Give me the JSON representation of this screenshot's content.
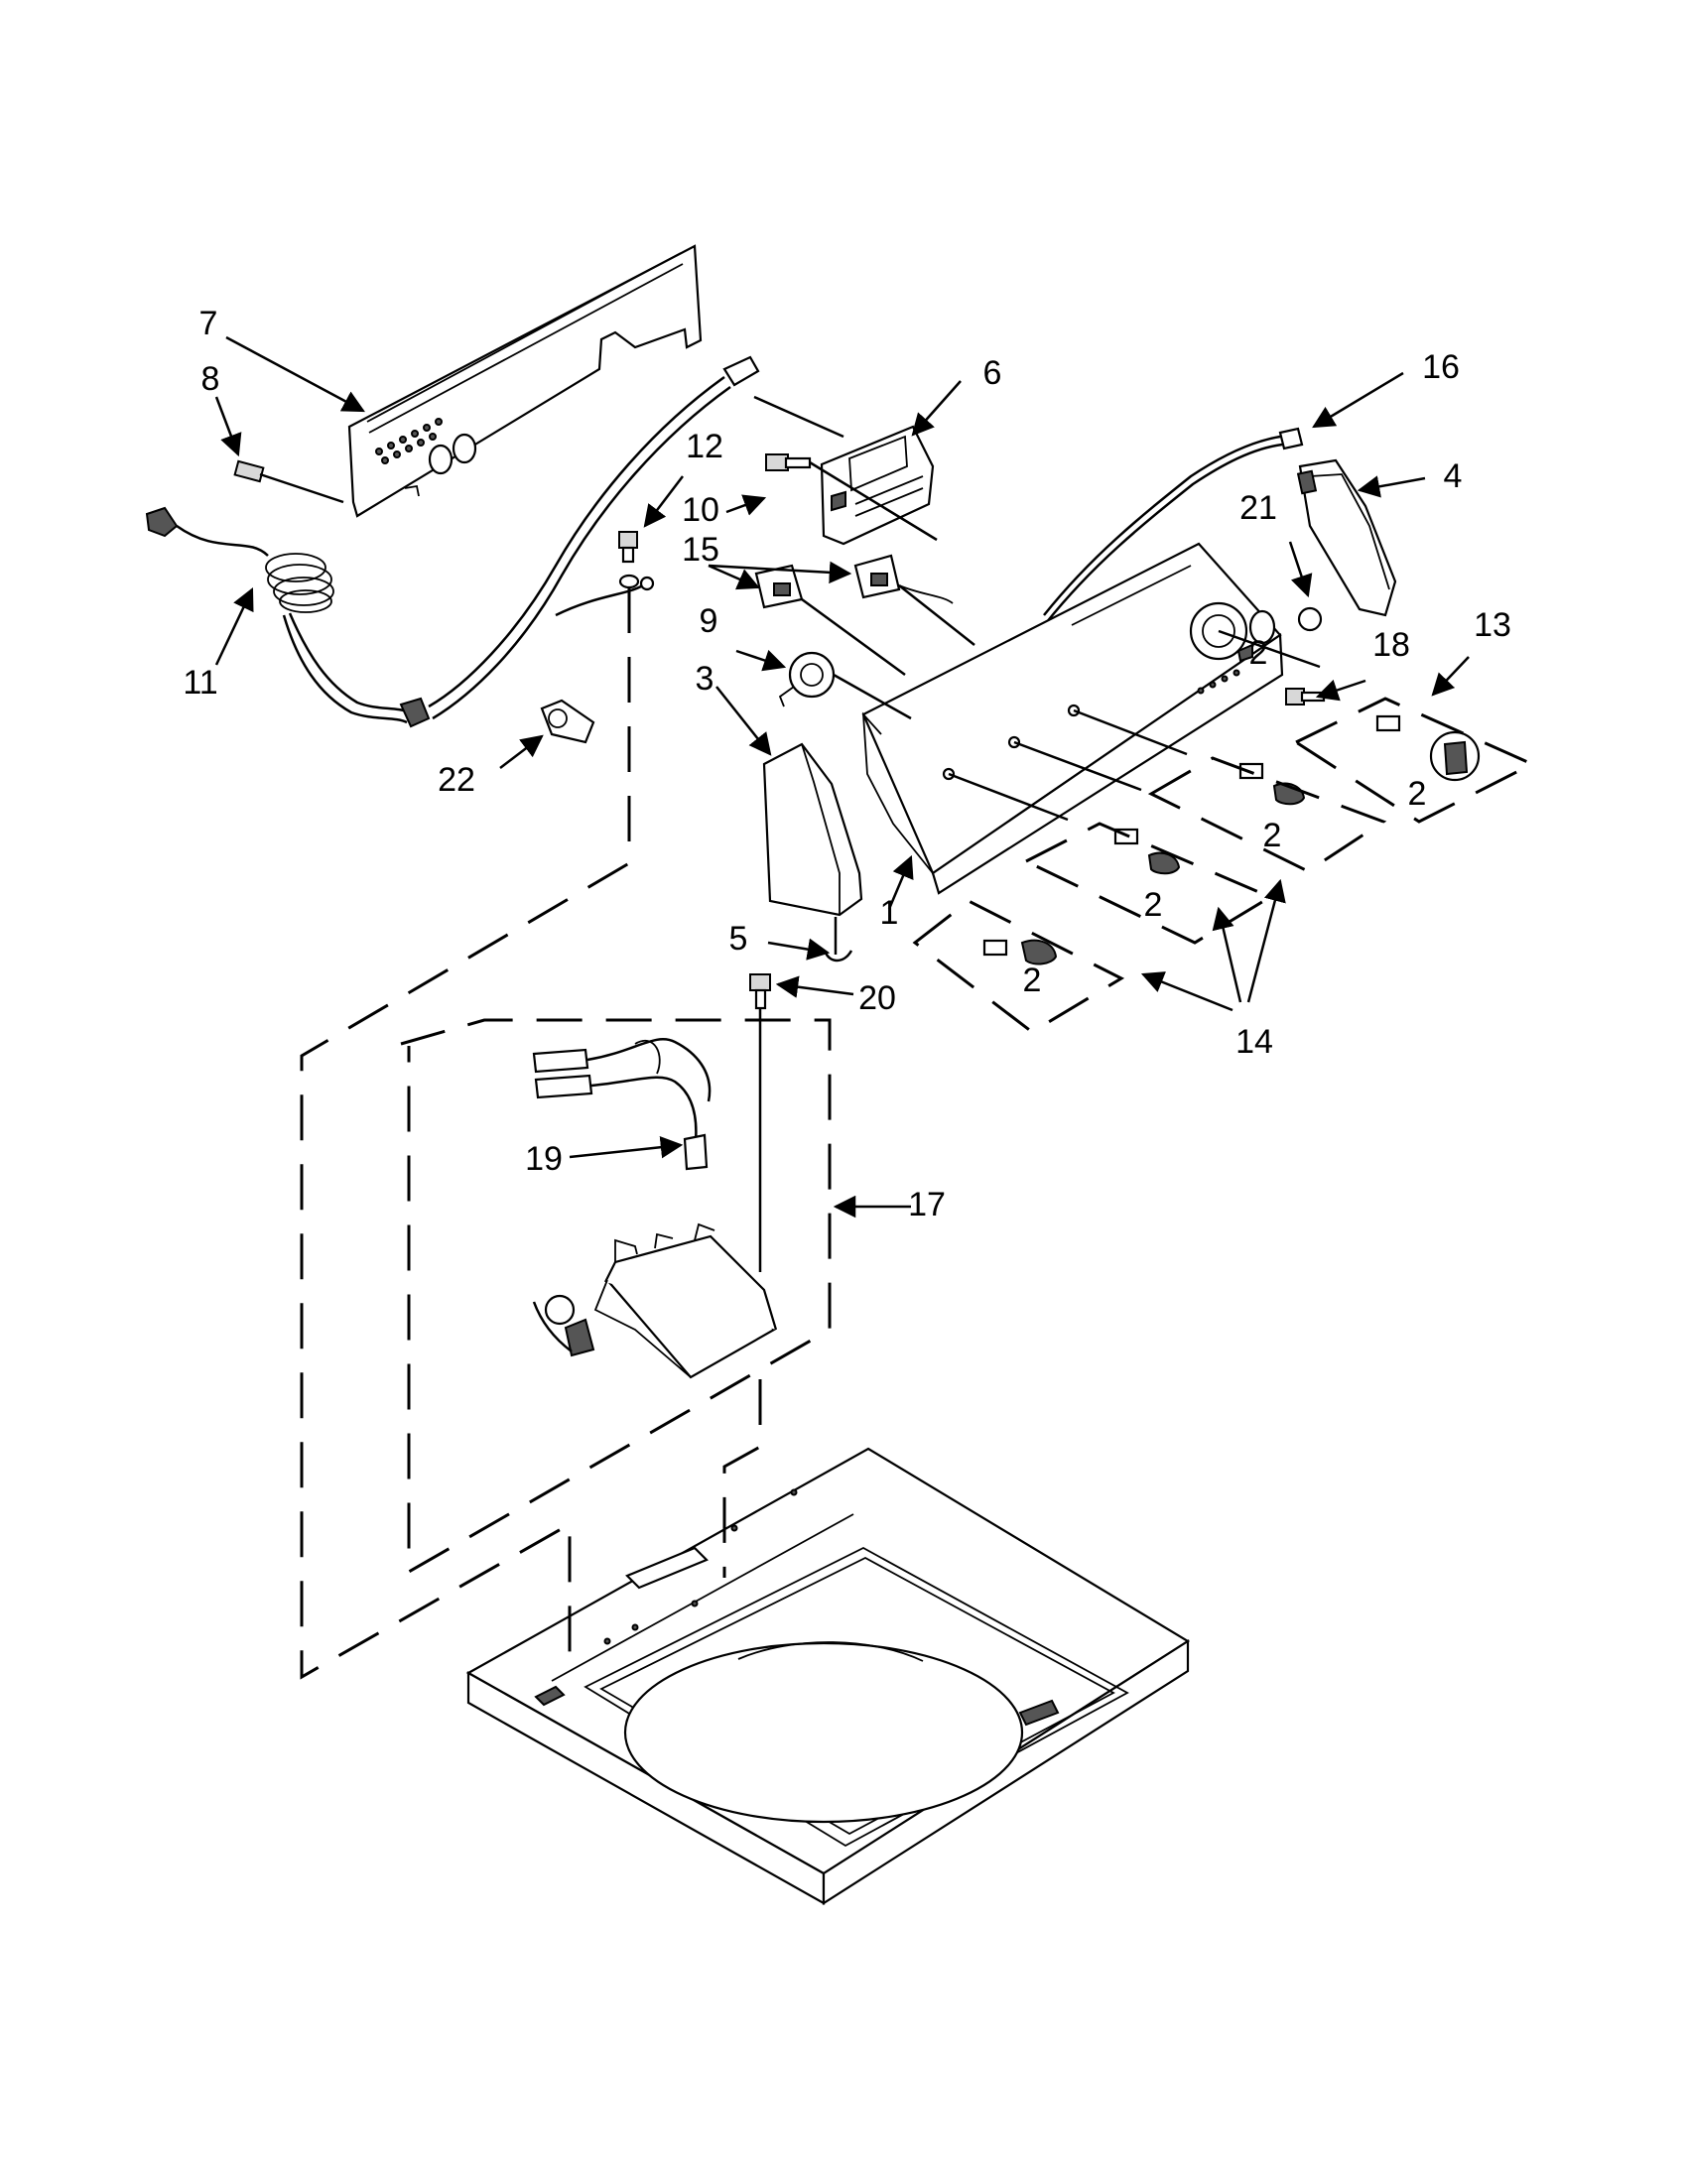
{
  "diagram": {
    "callouts": [
      "1",
      "2",
      "2",
      "2",
      "2",
      "2",
      "3",
      "4",
      "5",
      "6",
      "7",
      "8",
      "9",
      "10",
      "11",
      "12",
      "13",
      "14",
      "15",
      "16",
      "17",
      "18",
      "19",
      "20",
      "21",
      "22"
    ]
  }
}
